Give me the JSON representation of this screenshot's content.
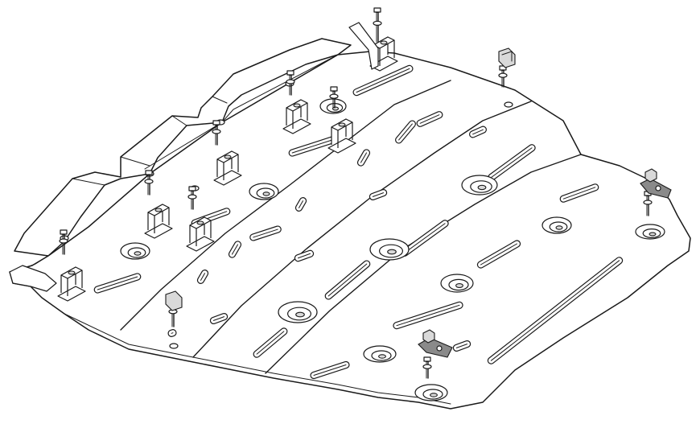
{
  "colors": {
    "background": "#ffffff",
    "line": "#1a1a1a",
    "shade": "#d9d9d9",
    "dark_part": "#8a8a8a"
  },
  "drawing": {
    "subject": "underbody-protection-plate-exploded-view",
    "panels": 5,
    "slots": 26,
    "bolts": 14,
    "brackets": 8
  }
}
